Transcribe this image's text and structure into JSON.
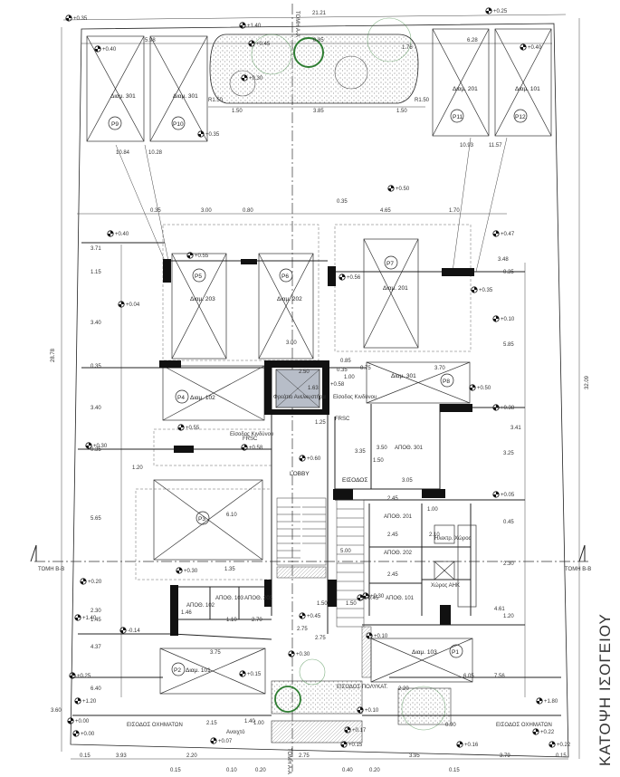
{
  "title": "ΚΑΤΟΨΗ ΙΣΟΓΕΙΟΥ",
  "section_markers": {
    "top": "ΤΟΜΗ Α-Α",
    "left": "ΤΟΜΗ Β-Β",
    "right": "ΤΟΜΗ Β-Β",
    "bottom": "ΤΟΜΗ Α-Α"
  },
  "parking": [
    {
      "id": "P9",
      "label": "Διαμ. 301"
    },
    {
      "id": "P10",
      "label": "Διαμ. 301"
    },
    {
      "id": "P11",
      "label": "Διαμ. 201"
    },
    {
      "id": "P12",
      "label": "Διαμ. 101"
    },
    {
      "id": "P5",
      "label": "Διαμ. 203"
    },
    {
      "id": "P6",
      "label": "Διαμ. 202"
    },
    {
      "id": "P7",
      "label": "Διαμ. 201"
    },
    {
      "id": "P8",
      "label": "Διαμ. 301"
    },
    {
      "id": "P4",
      "label": "Διαμ. 102"
    },
    {
      "id": "P3",
      "label": ""
    },
    {
      "id": "P2",
      "label": "Διαμ. 101"
    },
    {
      "id": "P1",
      "label": "Διαμ. 103"
    }
  ],
  "rooms": {
    "lobby": "LOBBY",
    "entrance": "ΕΙΣΟΔΟΣ",
    "pedestrian_entrance": "ΕΙΣΟΔΟΣ ΠΟΛΥΚΑΤ.",
    "vehicle_entrance_left": "ΕΙΣΟΔΟΣ ΟΧΗΜΑΤΩΝ",
    "vehicle_entrance_right": "ΕΙΣΟΔΟΣ ΟΧΗΜΑΤΩΝ",
    "filter": "Φρεάτιο Ανελκυστήρα",
    "lift_shaft_entrance": "Είσοδος Κινδύνου",
    "fire_exit": "Είσοδος Κινδύνου",
    "frsc_1": "FRSC",
    "frsc_2": "FRSC",
    "storage_301": "ΑΠΟΘ. 301",
    "storage_201": "ΑΠΟΘ. 201",
    "storage_202": "ΑΠΟΘ. 202",
    "storage_101": "ΑΠΟΘ. 101",
    "storage_102": "ΑΠΟΘ. 102",
    "storage_103": "ΑΠΟΘ. 103",
    "storage_203": "ΑΠΟΘ. 203",
    "electrical": "Ηλεκτρ. Χώρος",
    "ahk": "Χώρος ΑΗΚ",
    "ramp": "Ανοιχτό"
  },
  "levels": [
    "+0.35",
    "+1.40",
    "+0.25",
    "+0.40",
    "+0.30",
    "+0.45",
    "+0.40",
    "+0.35",
    "+0.50",
    "+0.40",
    "+0.47",
    "+0.55",
    "+0.56",
    "+0.35",
    "+0.04",
    "+0.10",
    "+0.58",
    "+0.50",
    "+0.38",
    "+0.55",
    "+0.58",
    "+0.30",
    "+0.60",
    "+0.05",
    "+0.20",
    "+0.30",
    "+0.45",
    "+0.30",
    "+0.10",
    "+0.15",
    "+0.45",
    "+1.40",
    "+0.00",
    "+1.20",
    "+0.00",
    "+0.07",
    "+0.17",
    "+0.15",
    "+0.16",
    "+1.80",
    "+0.22",
    "+0.22",
    "-0.14",
    "+0.10",
    "+0.30",
    "+0.25"
  ],
  "dimensions": {
    "top_total": "21.21",
    "left_total": "28.78",
    "right_total": "32.09",
    "top_row": [
      "5.98",
      "0.85",
      "1.76",
      "6.28"
    ],
    "garden": [
      "1.50",
      "3.85",
      "1.50",
      "R1.50",
      "R1.50"
    ],
    "diag": [
      "10.84",
      "10.28",
      "10.93",
      "11.57"
    ],
    "mid_row": [
      "0.35",
      "3.00",
      "0.80",
      "0.35",
      "4.65",
      "1.70"
    ],
    "left_col": [
      "3.71",
      "1.15",
      "3.40",
      "0.35",
      "3.40",
      "0.35",
      "1.20",
      "5.65",
      "2.30",
      "1.45",
      "4.37",
      "3.60",
      "6.40"
    ],
    "right_col": [
      "3.48",
      "0.35",
      "5.85",
      "3.41",
      "3.25",
      "0.45",
      "2.30",
      "4.61",
      "1.20",
      "6.05",
      "7.56"
    ],
    "bottom_row": [
      "0.15",
      "3.93",
      "2.20",
      "2.75",
      "3.95",
      "3.79",
      "0.15"
    ],
    "bottom_row_2": [
      "0.15",
      "0.10",
      "0.20",
      "0.40",
      "0.20",
      "0.15"
    ],
    "misc": [
      "3.00",
      "2.50",
      "1.63",
      "0.85",
      "0.75",
      "3.70",
      "0.35",
      "1.25",
      "1.00",
      "1.50",
      "3.50",
      "3.35",
      "3.05",
      "2.45",
      "2.45",
      "2.45",
      "1.00",
      "2.10",
      "6.10",
      "1.35",
      "3.75",
      "2.20",
      "2.15",
      "1.00",
      "2.75",
      "2.75",
      "1.50",
      "1.50",
      "5.00",
      "0.90",
      "1.40",
      "1.10",
      "2.70",
      "1.46"
    ]
  }
}
